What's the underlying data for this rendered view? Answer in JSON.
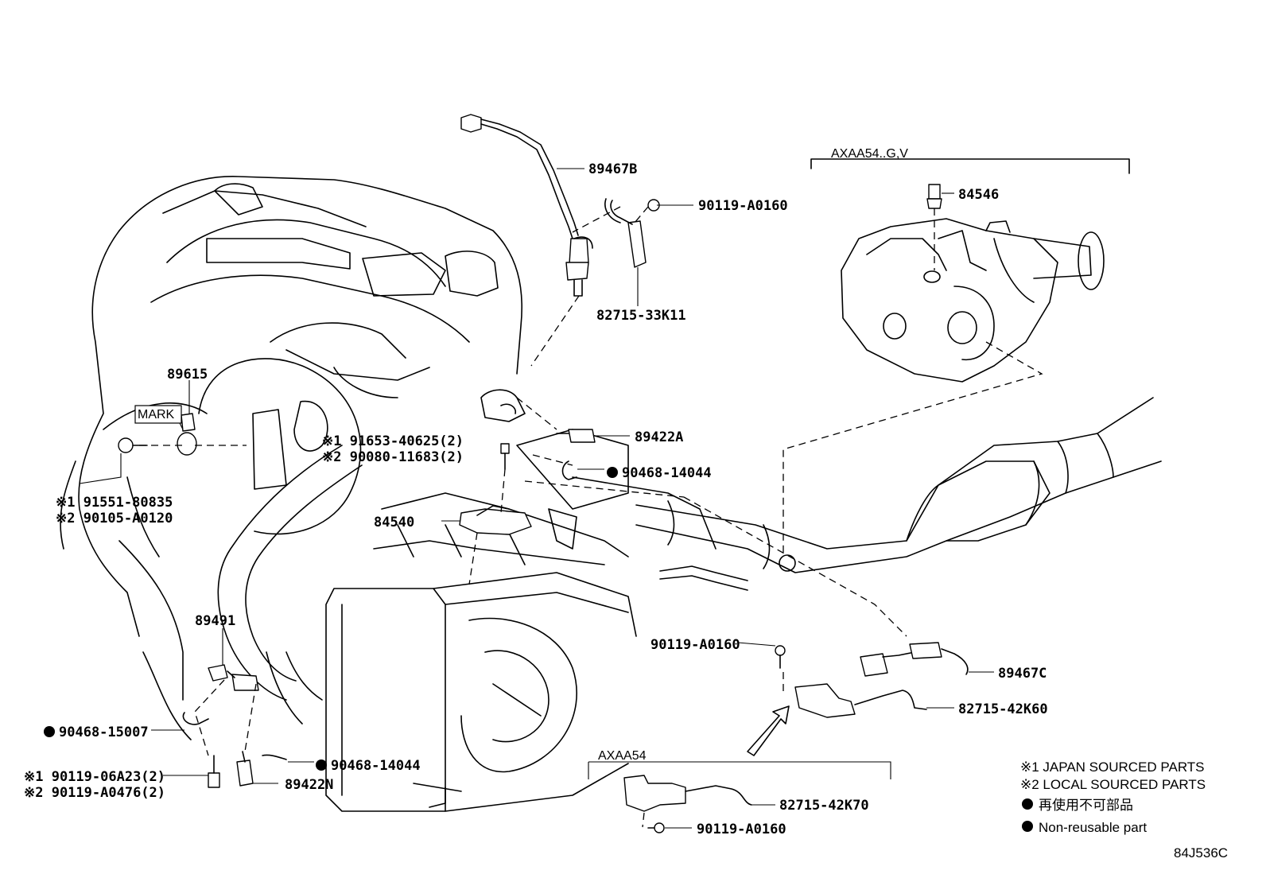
{
  "diagram_id": "84J536C",
  "variants": {
    "gv_label": "AXAA54..G,V",
    "axaa54_label": "AXAA54"
  },
  "parts": {
    "p89467B": "89467B",
    "p90119_A0160_top": "90119-A0160",
    "p82715_33K11": "82715-33K11",
    "p84546": "84546",
    "p89615": "89615",
    "mark": "MARK",
    "p89422A": "89422A",
    "p91653_40625": "※1 91653-40625(2)",
    "p90080_11683": "※2 90080-11683(2)",
    "p90468_14044_top": "90468-14044",
    "p91551_80835": "※1 91551-80835",
    "p90105_A0120": "※2 90105-A0120",
    "p84540": "84540",
    "p89491": "89491",
    "p90119_A0160_mid": "90119-A0160",
    "p89467C": "89467C",
    "p82715_42K60": "82715-42K60",
    "p90468_15007": "90468-15007",
    "p90468_14044_bot": "90468-14044",
    "p90119_06A23": "※1 90119-06A23(2)",
    "p90119_A0476": "※2 90119-A0476(2)",
    "p89422N": "89422N",
    "p82715_42K70": "82715-42K70",
    "p90119_A0160_bot": "90119-A0160"
  },
  "legend": {
    "l1": "※1 JAPAN SOURCED PARTS",
    "l2": "※2 LOCAL SOURCED PARTS",
    "l3": "再使用不可部品",
    "l4": "Non-reusable part"
  },
  "markers": {
    "nonreusable_symbol": "filled-circle"
  }
}
